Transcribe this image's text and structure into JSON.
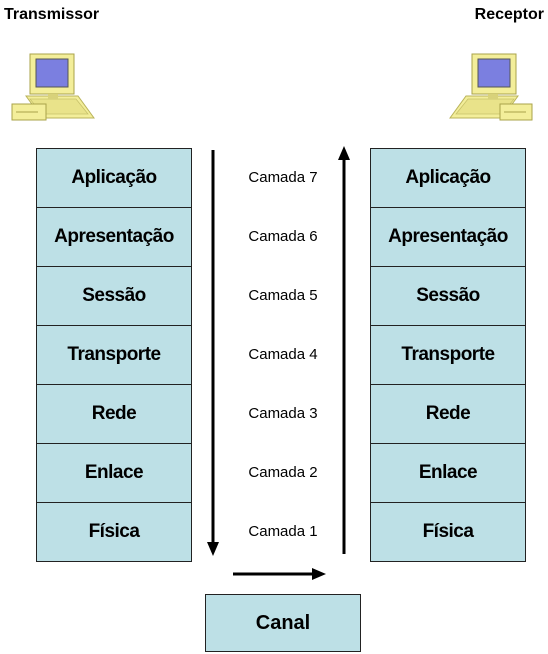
{
  "transmitter": {
    "title": "Transmissor",
    "icon": "computer-icon",
    "layers": [
      "Aplicação",
      "Apresentação",
      "Sessão",
      "Transporte",
      "Rede",
      "Enlace",
      "Física"
    ]
  },
  "receiver": {
    "title": "Receptor",
    "icon": "computer-icon",
    "layers": [
      "Aplicação",
      "Apresentação",
      "Sessão",
      "Transporte",
      "Rede",
      "Enlace",
      "Física"
    ]
  },
  "layer_labels": [
    "Camada 7",
    "Camada 6",
    "Camada 5",
    "Camada 4",
    "Camada 3",
    "Camada 2",
    "Camada 1"
  ],
  "channel": {
    "label": "Canal"
  },
  "colors": {
    "box_fill": "#bde0e6",
    "border": "#222222",
    "monitor_screen": "#7b7fe0",
    "computer_body": "#f3ee9a"
  }
}
